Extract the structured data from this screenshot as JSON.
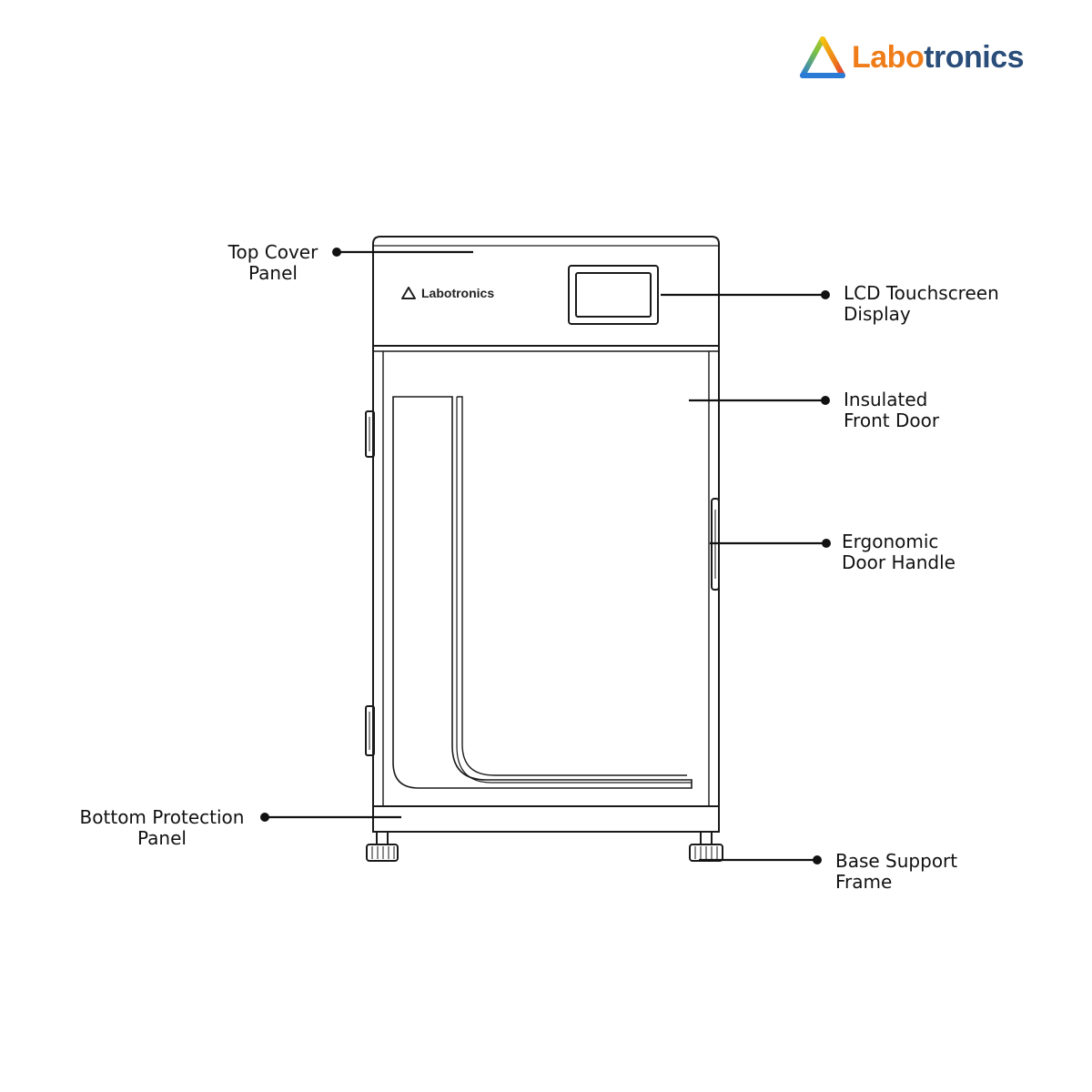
{
  "brand": {
    "name_part1": "Labo",
    "name_part2": "tronics",
    "unit_logo_text": "Labotronics",
    "accent_orange": "#ef7d1a",
    "accent_navy": "#2a4d79",
    "logo_icon": "triangle-logo-icon"
  },
  "labels": {
    "top_cover": {
      "line1": "Top Cover",
      "line2": "Panel"
    },
    "lcd": {
      "line1": "LCD Touchscreen",
      "line2": "Display"
    },
    "door": {
      "line1": "Insulated",
      "line2": "Front Door"
    },
    "handle": {
      "line1": "Ergonomic",
      "line2": "Door Handle"
    },
    "bottom": {
      "line1": "Bottom Protection",
      "line2": "Panel"
    },
    "base": {
      "line1": "Base Support",
      "line2": "Frame"
    }
  }
}
